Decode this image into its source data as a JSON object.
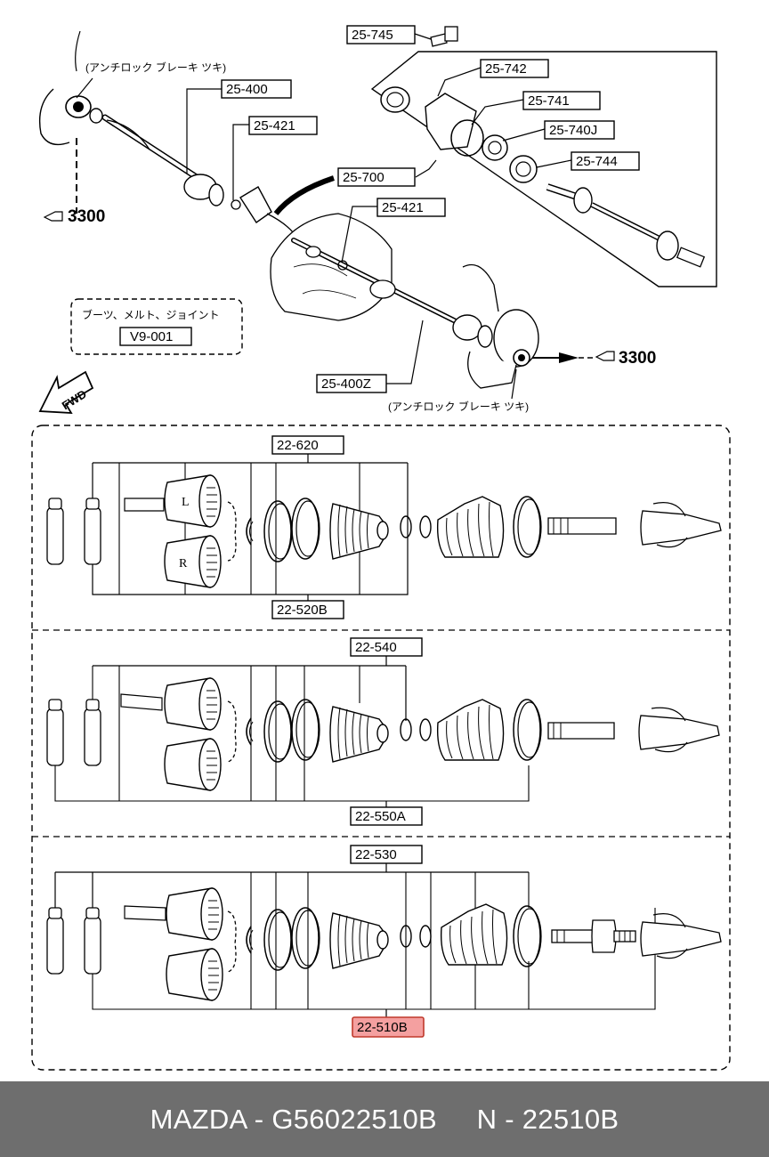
{
  "diagram": {
    "top_labels": {
      "p25745": "25-745",
      "p25742": "25-742",
      "p25741": "25-741",
      "p25740j": "25-740J",
      "p25744": "25-744",
      "p25400": "25-400",
      "p25421a": "25-421",
      "p25700": "25-700",
      "p25421b": "25-421",
      "p25400z": "25-400Z"
    },
    "notes": {
      "antilock_top": "(アンチロック ブレーキ ツキ)",
      "antilock_bottom": "(アンチロック ブレーキ ツキ)",
      "boots_caption": "ブーツ、メルト、ジョイント",
      "boots_ref": "V9-001",
      "ref_left": "3300",
      "ref_right": "3300",
      "fwd": "FWD"
    },
    "panel1": {
      "top_label": "22-620",
      "bottom_label": "22-520B",
      "joint_l": "L",
      "joint_r": "R"
    },
    "panel2": {
      "top_label": "22-540",
      "bottom_label": "22-550A"
    },
    "panel3": {
      "top_label": "22-530",
      "bottom_label": "22-510B"
    }
  },
  "footer": {
    "text": "MAZDA - G56022510B     N - 22510B"
  },
  "colors": {
    "highlight": "#f08080",
    "footer_bg": "#6e6e6e",
    "footer_text": "#ffffff"
  }
}
